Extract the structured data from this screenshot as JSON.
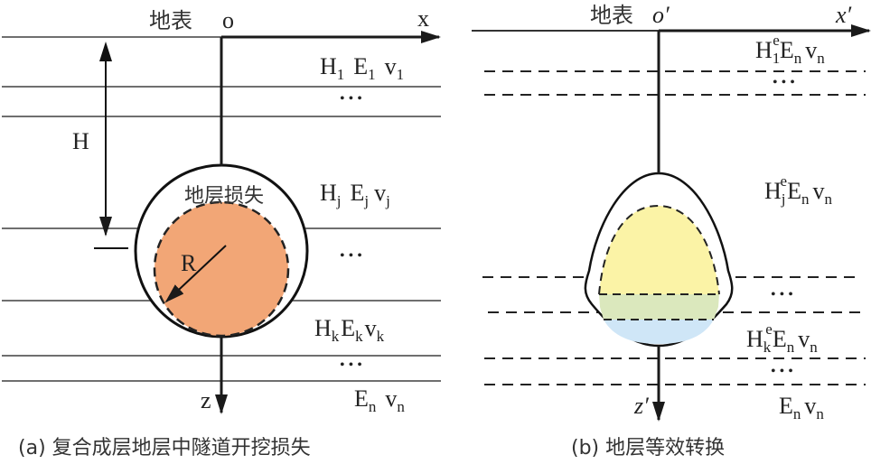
{
  "panel_a": {
    "surface_label": "地表",
    "origin_label": "o",
    "x_label": "x",
    "z_label": "z",
    "depth_label": "H",
    "radius_label": "R",
    "loss_label": "地层损失",
    "caption": "(a) 复合成层地层中隧道开挖损失",
    "layers": [
      {
        "H": "H",
        "Hs": "1",
        "E": "E",
        "Es": "1",
        "v": "v",
        "vs": "1"
      },
      {
        "H": "H",
        "Hs": "j",
        "E": "E",
        "Es": "j",
        "v": "v",
        "vs": "j"
      },
      {
        "H": "H",
        "Hs": "k",
        "E": "E",
        "Es": "k",
        "v": "v",
        "vs": "k"
      },
      {
        "E": "E",
        "Es": "n",
        "v": "v",
        "vs": "n"
      }
    ],
    "ellipsis": "• • •",
    "tunnel_fill": "#f2a676"
  },
  "panel_b": {
    "surface_label": "地表",
    "origin_label": "o′",
    "x_label": "x′",
    "z_label": "z′",
    "caption": "(b) 地层等效转换",
    "layers": [
      {
        "H": "H",
        "Hs": "1",
        "Hsup": "e",
        "E": "E",
        "Es": "n",
        "v": "v",
        "vs": "n"
      },
      {
        "H": "H",
        "Hs": "j",
        "Hsup": "e",
        "E": "E",
        "Es": "n",
        "v": "v",
        "vs": "n"
      },
      {
        "H": "H",
        "Hs": "k",
        "Hsup": "e",
        "E": "E",
        "Es": "n",
        "v": "v",
        "vs": "n"
      },
      {
        "E": "E",
        "Es": "n",
        "v": "v",
        "vs": "n"
      }
    ],
    "ellipsis": "• • •",
    "fill_colors": [
      "#fbf3a6",
      "#dbe8bd",
      "#cfe6f7"
    ]
  }
}
